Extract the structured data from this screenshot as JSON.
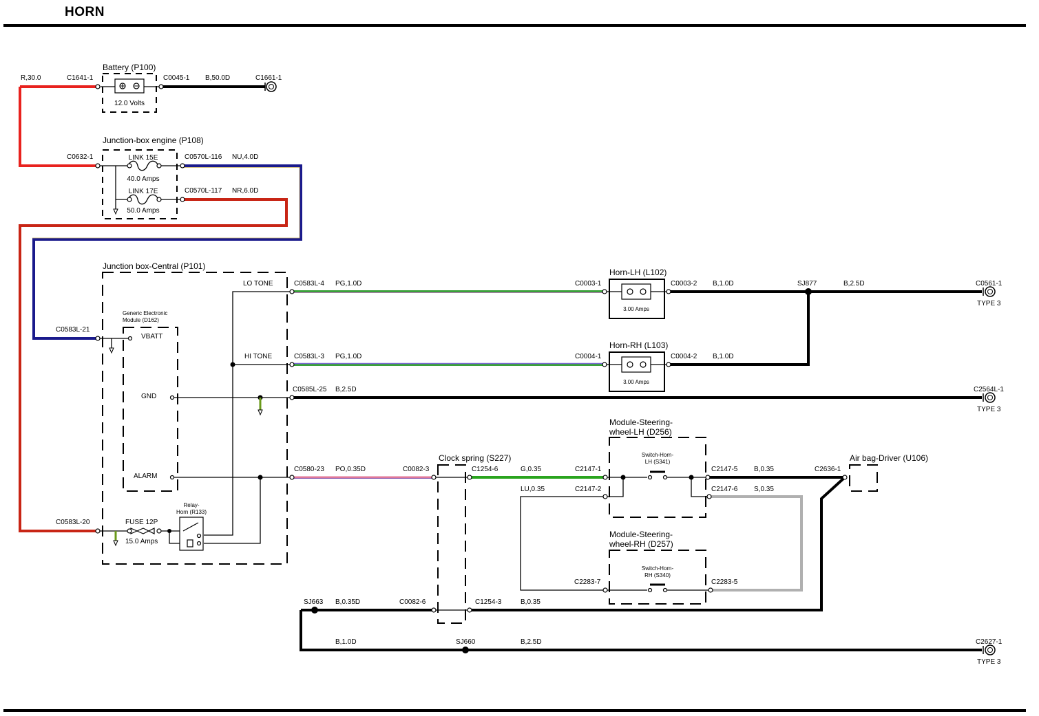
{
  "title": "HORN",
  "components": {
    "battery": {
      "name": "Battery (P100)",
      "spec": "12.0 Volts"
    },
    "jb_engine": {
      "name": "Junction-box engine (P108)",
      "link1": "LINK 15E",
      "link1_rating": "40.0 Amps",
      "link2": "LINK 17E",
      "link2_rating": "50.0 Amps"
    },
    "jb_central": {
      "name": "Junction box-Central (P101)",
      "lo_tone": "LO TONE",
      "hi_tone": "HI TONE"
    },
    "gem": {
      "name_line1": "Generic Electronic",
      "name_line2": "Module (D162)",
      "vbatt": "VBATT",
      "gnd": "GND",
      "alarm": "ALARM"
    },
    "relay": {
      "name_line1": "Relay-",
      "name_line2": "Horn (R133)",
      "fuse": "FUSE 12P",
      "fuse_rating": "15.0 Amps"
    },
    "horn_lh": {
      "name": "Horn-LH (L102)",
      "rating": "3.00 Amps"
    },
    "horn_rh": {
      "name": "Horn-RH (L103)",
      "rating": "3.00 Amps"
    },
    "clock_spring": {
      "name": "Clock spring (S227)"
    },
    "mod_lh": {
      "name_line1": "Module-Steering-",
      "name_line2": "wheel-LH (D256)",
      "switch_line1": "Switch-Horn-",
      "switch_line2": "LH (S341)"
    },
    "mod_rh": {
      "name_line1": "Module-Steering-",
      "name_line2": "wheel-RH (D257)",
      "switch_line1": "Switch-Horn-",
      "switch_line2": "RH (S340)"
    },
    "airbag": {
      "name": "Air bag-Driver (U106)"
    }
  },
  "connectors": {
    "c1641": "C1641-1",
    "c0045": "C0045-1",
    "c1661": "C1661-1",
    "c0632": "C0632-1",
    "c0570_116": "C0570L-116",
    "c0570_117": "C0570L-117",
    "c0583_21": "C0583L-21",
    "c0583_20": "C0583L-20",
    "c0583_4": "C0583L-4",
    "c0583_3": "C0583L-3",
    "c0585_25": "C0585L-25",
    "c0580_23": "C0580-23",
    "c0003_1": "C0003-1",
    "c0003_2": "C0003-2",
    "c0004_1": "C0004-1",
    "c0004_2": "C0004-2",
    "c0561": "C0561-1",
    "c2564": "C2564L-1",
    "c2627": "C2627-1",
    "type3": "TYPE 3",
    "c0082_3": "C0082-3",
    "c0082_6": "C0082-6",
    "c1254_6": "C1254-6",
    "c1254_3": "C1254-3",
    "c2147_1": "C2147-1",
    "c2147_2": "C2147-2",
    "c2147_5": "C2147-5",
    "c2147_6": "C2147-6",
    "c2283_7": "C2283-7",
    "c2283_5": "C2283-5",
    "c2636": "C2636-1",
    "sj877": "SJ877",
    "sj663": "SJ663",
    "sj660": "SJ660"
  },
  "wires": {
    "w_r30": "R,30.0",
    "w_b50": "B,50.0D",
    "w_nu4": "NU,4.0D",
    "w_nr6": "NR,6.0D",
    "w_pg1a": "PG,1.0D",
    "w_pg1b": "PG,1.0D",
    "w_b1a": "B,1.0D",
    "w_b1b": "B,1.0D",
    "w_b25a": "B,2.5D",
    "w_b25b": "B,2.5D",
    "w_po": "PO,0.35D",
    "w_g035": "G,0.35",
    "w_lu035": "LU,0.35",
    "w_b035a": "B,0.35",
    "w_s035": "S,0.35",
    "w_b035d": "B,0.35D",
    "w_b035b": "B,0.35",
    "w_b1c": "B,1.0D",
    "w_b25c": "B,2.5D"
  },
  "colors": {
    "red": "#e8221e",
    "dark_red": "#c82515",
    "navy": "#1a1a8c",
    "green": "#2aa41e",
    "green_pg": "#3aa03a",
    "pink": "#e07898",
    "violet": "#7a6ad0",
    "grey": "#b0b0b0",
    "black": "#000000",
    "earth": "#6a9a1a"
  }
}
